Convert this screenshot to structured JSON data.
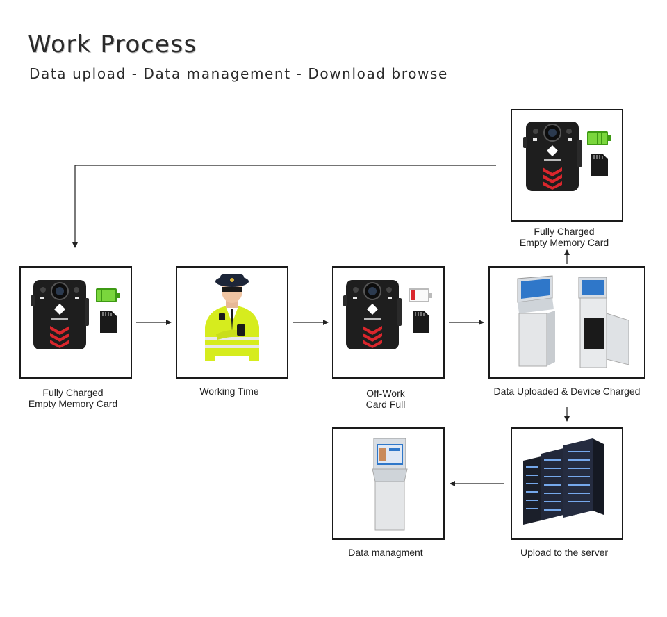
{
  "header": {
    "title": "Work Process",
    "subtitle": "Data upload - Data management - Download browse"
  },
  "steps": {
    "start": {
      "line1": "Fully Charged",
      "line2": "Empty Memory Card"
    },
    "working": {
      "line1": "Working Time"
    },
    "offwork": {
      "line1": "Off-Work",
      "line2": "Card Full"
    },
    "upload": {
      "line1": "Data Uploaded & Device Charged"
    },
    "recharged": {
      "line1": "Fully Charged",
      "line2": "Empty Memory Card"
    },
    "server": {
      "line1": "Upload to the server"
    },
    "management": {
      "line1": "Data managment"
    }
  },
  "colors": {
    "border": "#1a1a1a",
    "camera_body": "#1e1e1e",
    "chevron_red": "#d9262c",
    "battery_green": "#5cc12a",
    "battery_red": "#d9262c",
    "vest_yellow": "#d6ec1e",
    "kiosk_blue": "#2f77c9",
    "server_glow": "#7fb6ff"
  }
}
